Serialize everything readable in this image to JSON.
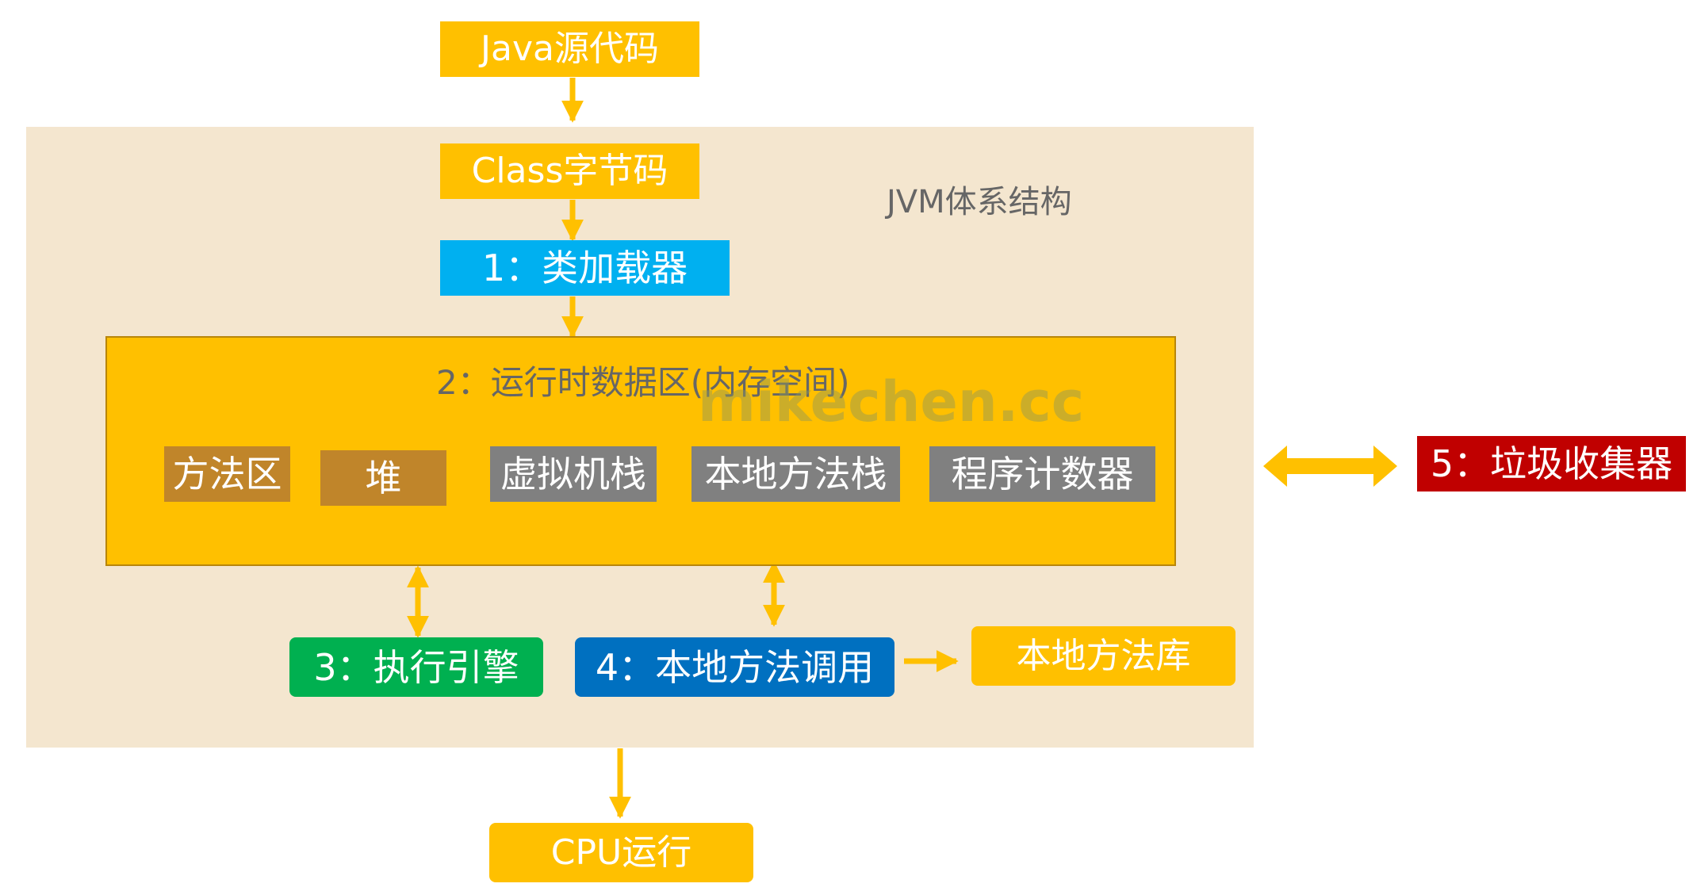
{
  "diagram": {
    "container_title": "JVM体系结构",
    "nodes": {
      "java_source": "Java源代码",
      "class_bytecode": "Class字节码",
      "class_loader": "1：类加载器",
      "runtime_area": "2：运行时数据区(内存空间)",
      "method_area": "方法区",
      "heap": "堆",
      "vm_stack": "虚拟机栈",
      "native_method_stack": "本地方法栈",
      "program_counter": "程序计数器",
      "execution_engine": "3：执行引擎",
      "native_interface": "4：本地方法调用",
      "native_library": "本地方法库",
      "garbage_collector": "5：垃圾收集器",
      "cpu_run": "CPU运行"
    },
    "watermark": "mikechen.cc",
    "edges": [
      {
        "from": "java_source",
        "to": "class_bytecode",
        "type": "arrow"
      },
      {
        "from": "class_bytecode",
        "to": "class_loader",
        "type": "arrow"
      },
      {
        "from": "class_loader",
        "to": "runtime_area",
        "type": "arrow"
      },
      {
        "from": "runtime_area",
        "to": "execution_engine",
        "type": "double-arrow"
      },
      {
        "from": "runtime_area",
        "to": "native_interface",
        "type": "double-arrow"
      },
      {
        "from": "native_interface",
        "to": "native_library",
        "type": "arrow"
      },
      {
        "from": "jvm_container",
        "to": "garbage_collector",
        "type": "double-arrow"
      },
      {
        "from": "jvm_container",
        "to": "cpu_run",
        "type": "arrow"
      }
    ],
    "colors": {
      "container_bg": "#f4e6cf",
      "accent_yellow": "#ffc000",
      "loader_blue": "#00b0f0",
      "engine_green": "#00b050",
      "native_blue": "#0070c0",
      "gc_red": "#c00000",
      "memory_brown": "#c0852a",
      "stack_gray": "#808080"
    }
  }
}
